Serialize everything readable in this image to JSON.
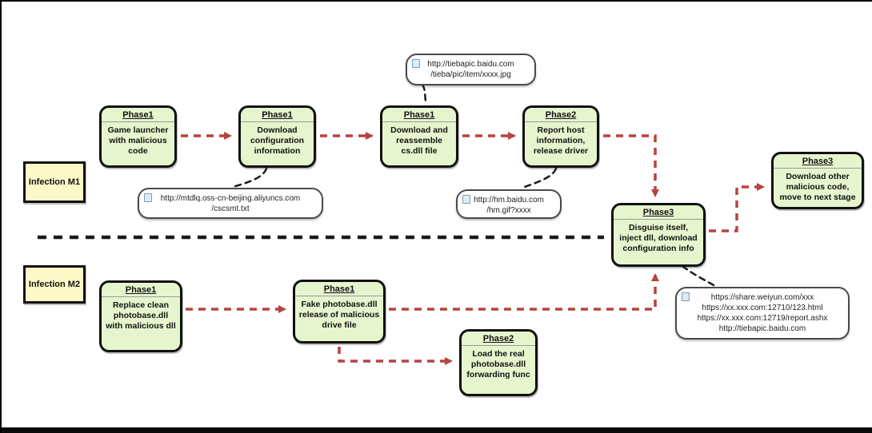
{
  "colors": {
    "node_fill": "#e6f5cd",
    "node_stroke": "#111111",
    "lane_fill": "#fdf8c8",
    "arrow_red": "#b5433f",
    "connector_black": "#1a1a1a",
    "note_stroke": "#4a4a4a"
  },
  "lanes": {
    "m1": "Infection M1",
    "m2": "Infection M2"
  },
  "nodes": {
    "m1p1": {
      "title": "Phase1",
      "body": "Game launcher\nwith malicious\ncode"
    },
    "m1p2": {
      "title": "Phase1",
      "body": "Download\nconfiguration\ninformation"
    },
    "m1p3": {
      "title": "Phase1",
      "body": "Download  and\nreassemble\ncs.dll file"
    },
    "m1p4": {
      "title": "Phase2",
      "body": "Report host\ninformation,\nrelease driver"
    },
    "p3mid": {
      "title": "Phase3",
      "body": "Disguise itself,\ninject dll, download\nconfiguration info"
    },
    "p3top": {
      "title": "Phase3",
      "body": "Download other\nmalicious code,\nmove to next stage"
    },
    "m2p1": {
      "title": "Phase1",
      "body": "Replace clean\nphotobase.dll\nwith malicious dll"
    },
    "m2p2": {
      "title": "Phase1",
      "body": "Fake photobase.dll\nrelease of malicious\ndrive file"
    },
    "m2p3": {
      "title": "Phase2",
      "body": "Load the real\nphotobase.dll\nforwarding func"
    }
  },
  "notes": {
    "n1": {
      "text": "http://tiebapic.baidu.com\n/tieba/pic/item/xxxx.jpg"
    },
    "n2": {
      "text": "http://mtdlq.oss-cn-beijing.aliyuncs.com\n/cscsmt.txt"
    },
    "n3": {
      "text": "http://hm.baidu.com\n/hm.gif?xxxx"
    },
    "n4": {
      "text": "https://share.weiyun.com/xxx\nhttps://xx.xxx.com:12710/123.html\nhttps://xx.xxx.com:12719/report.ashx\nhttp://tiebapic.baidu.com"
    }
  }
}
